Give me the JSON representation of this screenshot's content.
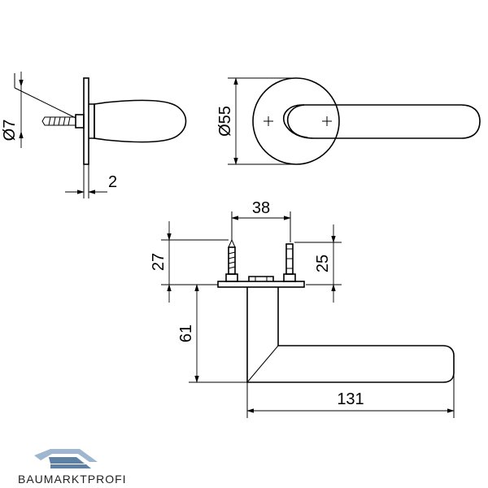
{
  "dimensions": {
    "rosette_thickness": "Ø7",
    "rosette_diameter": "Ø55",
    "plate_depth": "2",
    "spindle_spacing": "38",
    "spindle_left_height": "27",
    "spindle_right_height": "25",
    "handle_projection": "61",
    "handle_length": "131"
  },
  "logo": {
    "text": "BAUMARKTPROFI",
    "colors": {
      "roof_light": "#9fb6cf",
      "roof_dark": "#5f7fa3",
      "text": "#222222"
    }
  }
}
